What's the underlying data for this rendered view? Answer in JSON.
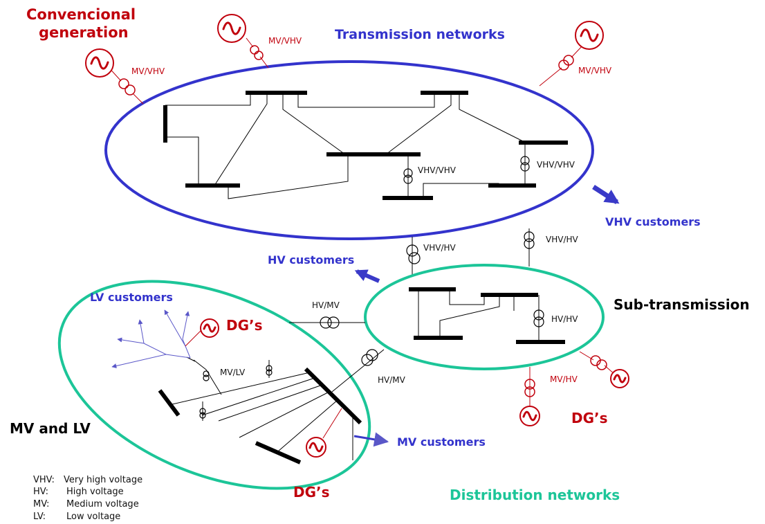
{
  "labels": {
    "conventional_generation_line1": "Convencional",
    "conventional_generation_line2": "generation",
    "transmission_networks": "Transmission networks",
    "vhv_customers": "VHV customers",
    "hv_customers": "HV customers",
    "sub_transmission": "Sub-transmission",
    "lv_customers": "LV customers",
    "mv_and_lv": "MV and LV",
    "mv_customers": "MV customers",
    "distribution_networks": "Distribution networks",
    "dgs_top": "DG’s",
    "dgs_bottom": "DG’s",
    "dgs_right": "DG’s"
  },
  "transformer_labels": {
    "mv_vhv_left": "MV/VHV",
    "mv_vhv_top": "MV/VHV",
    "mv_vhv_right": "MV/VHV",
    "vhv_vhv_center": "VHV/VHV",
    "vhv_vhv_right": "VHV/VHV",
    "vhv_hv_left": "VHV/HV",
    "vhv_hv_right": "VHV/HV",
    "hv_mv_top": "HV/MV",
    "hv_mv_bottom": "HV/MV",
    "hv_hv": "HV/HV",
    "mv_hv": "MV/HV",
    "mv_lv": "MV/LV"
  },
  "legend": [
    {
      "abbr": "VHV:",
      "text": "Very high voltage"
    },
    {
      "abbr": "HV:",
      "text": "High voltage"
    },
    {
      "abbr": "MV:",
      "text": "Medium voltage"
    },
    {
      "abbr": "LV:",
      "text": "Low voltage"
    }
  ],
  "colors": {
    "generation_red": "#c0000c",
    "transmission_blue": "#3333cc",
    "distribution_green": "#1cc598",
    "arrow_blue": "#5a57c8"
  },
  "icons": {
    "generator": "generator-icon",
    "transformer": "transformer-icon",
    "arrow": "arrow-icon"
  }
}
